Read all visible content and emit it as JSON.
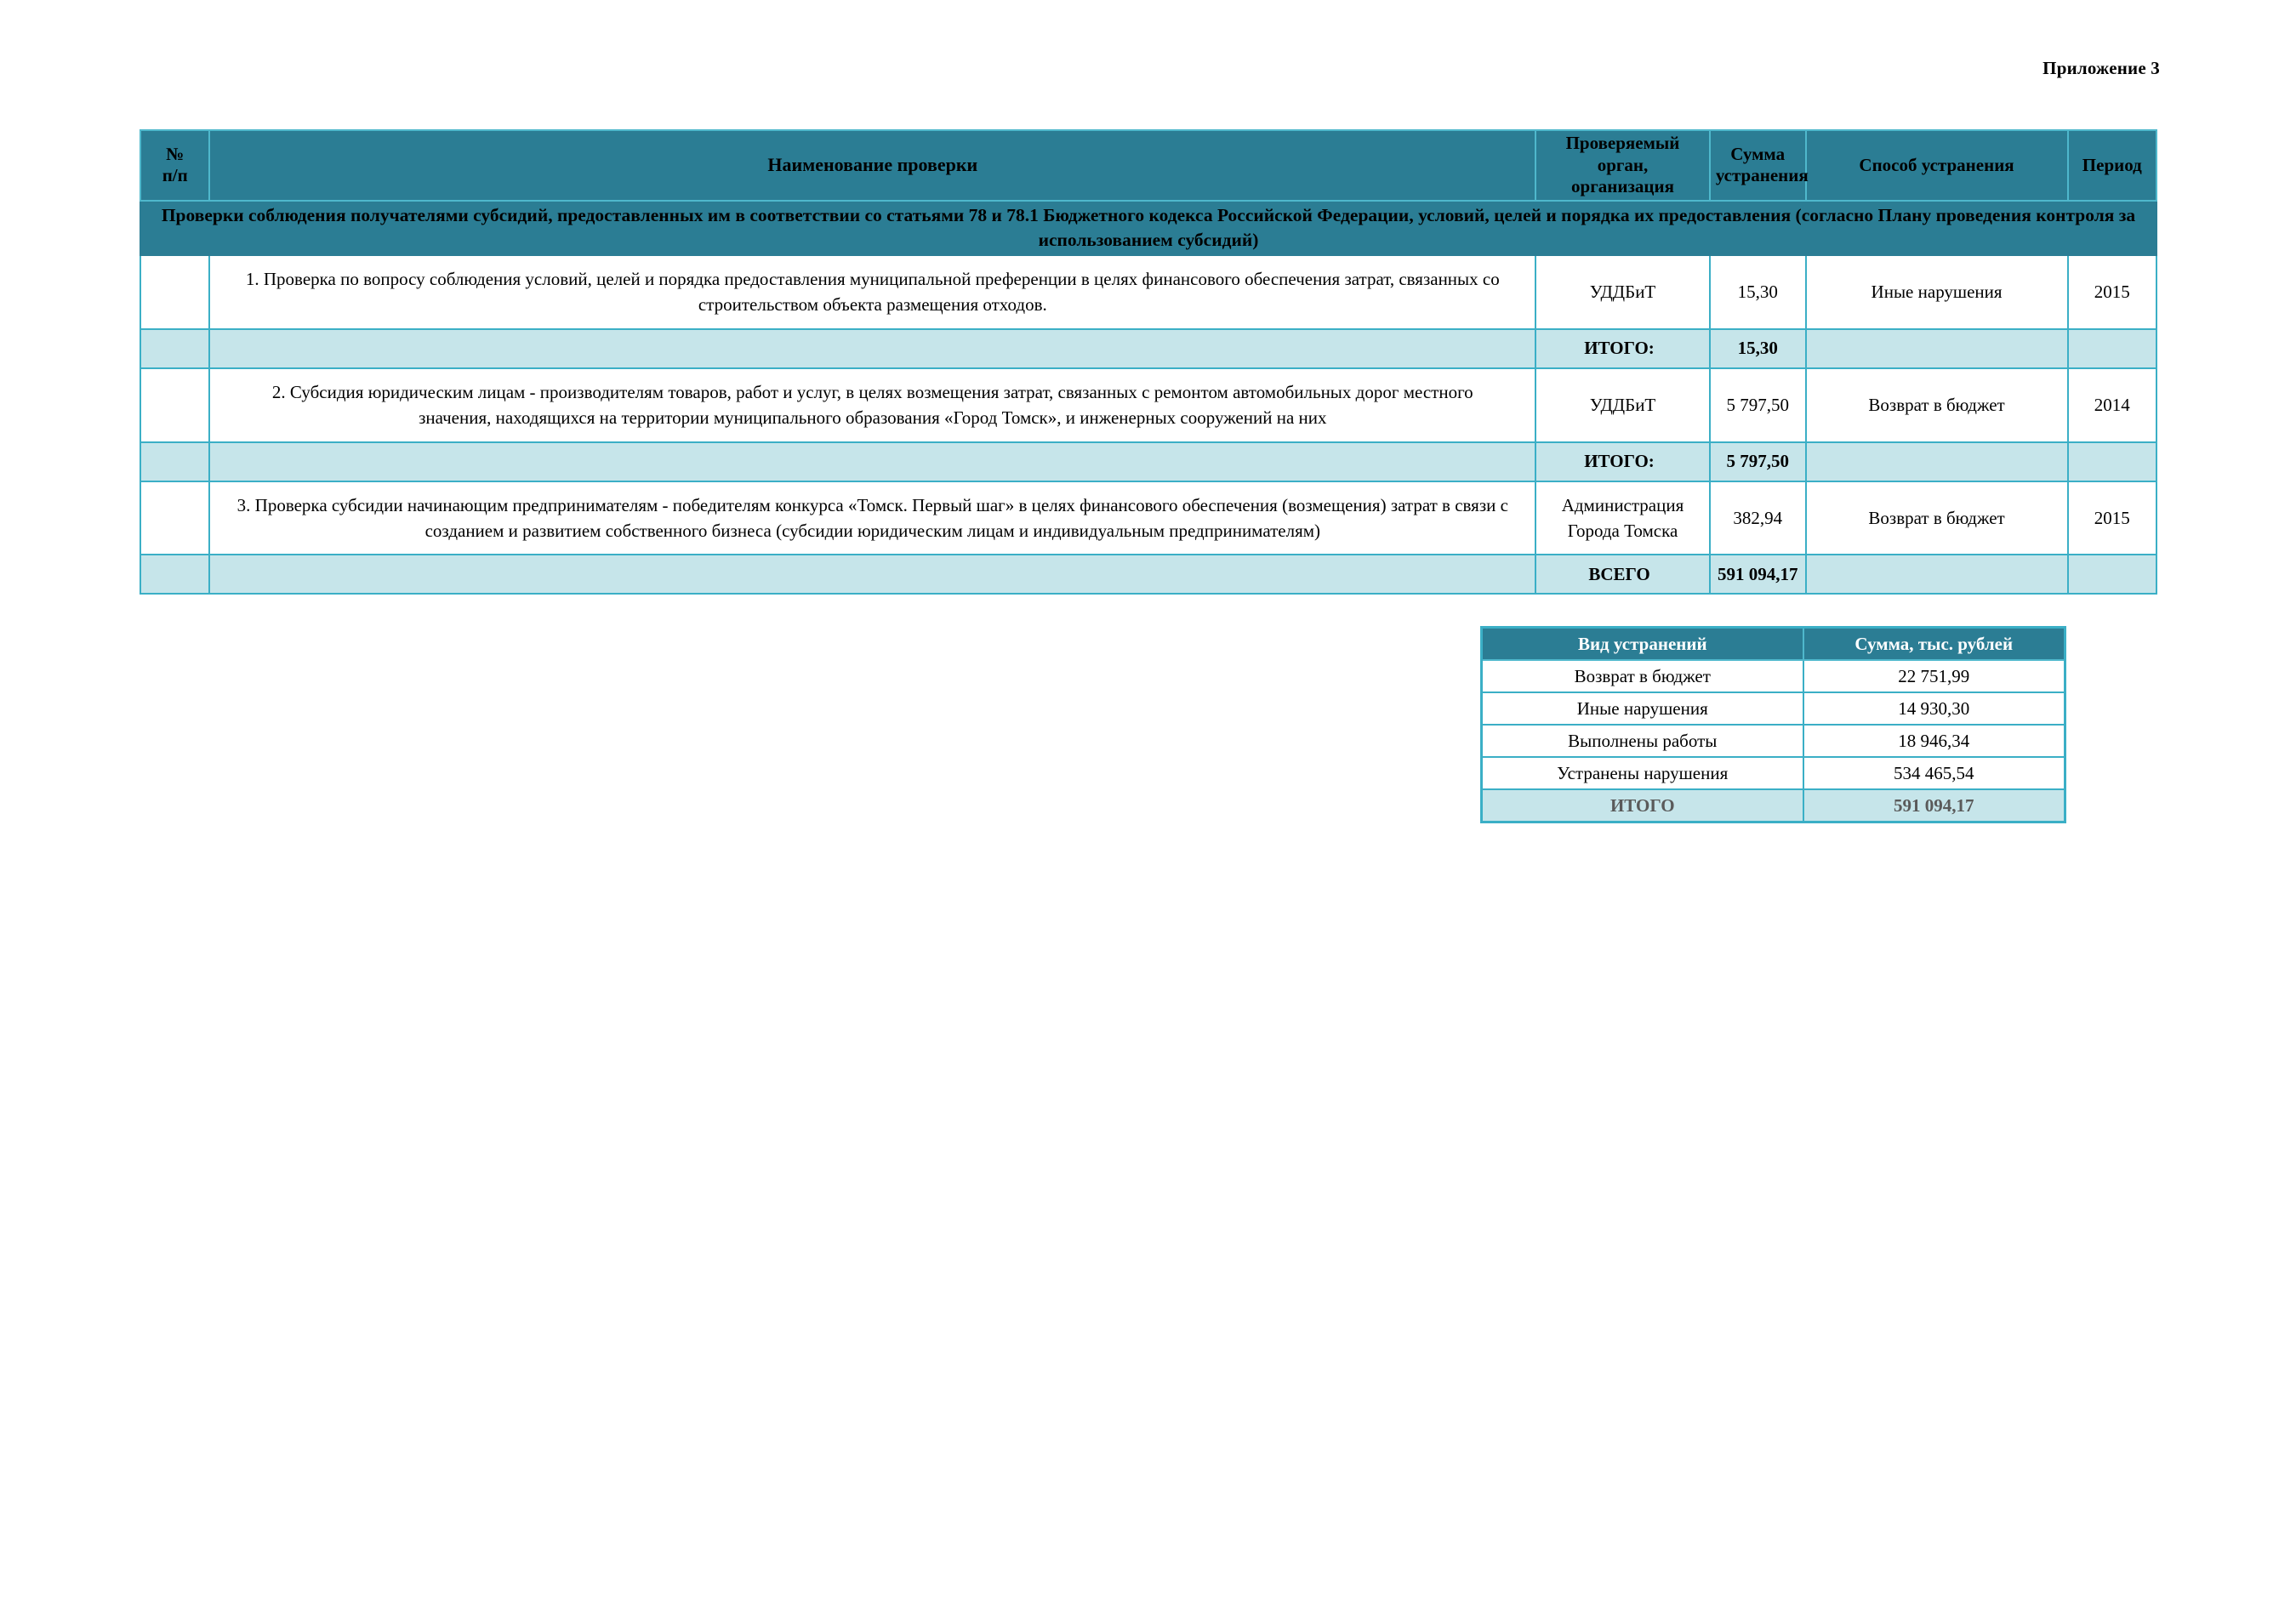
{
  "document": {
    "appendix_label": "Приложение 3"
  },
  "main_table": {
    "headers": {
      "number": "№ п/п",
      "number_line1": "№",
      "number_line2": "п/п",
      "name": "Наименование проверки",
      "organization": "Проверяемый орган, организация",
      "organization_line1": "Проверяемый",
      "organization_line2": "орган,",
      "organization_line3": "организация",
      "amount": "Сумма устранения",
      "amount_line1": "Сумма",
      "amount_line2": "устранения",
      "method": "Способ устранения",
      "period": "Период"
    },
    "section_title": "Проверки соблюдения получателями субсидий, предоставленных  им в соответствии со статьями 78 и 78.1 Бюджетного кодекса Российской Федерации, условий, целей и порядка  их предоставления  (согласно Плану проведения контроля за использованием субсидий)",
    "rows": [
      {
        "np": "",
        "name": "1. Проверка по вопросу соблюдения условий, целей и порядка предоставления муниципальной преференции в целях финансового обеспечения затрат, связанных со строительством объекта размещения отходов.",
        "organization": "УДДБиТ",
        "amount": "15,30",
        "method": "Иные нарушения",
        "period": "2015",
        "total_label": "ИТОГО:",
        "total_amount": "15,30"
      },
      {
        "np": "",
        "name": "2. Субсидия юридическим лицам - производителям товаров, работ и услуг, в целях возмещения затрат, связанных с ремонтом автомобильных дорог местного значения, находящихся на территории муниципального образования «Город Томск», и инженерных сооружений на них",
        "organization": "УДДБиТ",
        "amount": "5 797,50",
        "method": "Возврат в бюджет",
        "period": "2014",
        "total_label": "ИТОГО:",
        "total_amount": "5 797,50"
      },
      {
        "np": "",
        "name": "3. Проверка субсидии начинающим предпринимателям - победителям конкурса «Томск. Первый шаг» в целях финансового обеспечения (возмещения) затрат в связи с созданием и развитием собственного бизнеса (субсидии юридическим лицам и индивидуальным предпринимателям)",
        "organization": "Администрация Города Томска",
        "organization_line1": "Администрация",
        "organization_line2": "Города Томска",
        "amount": "382,94",
        "method": "Возврат в бюджет",
        "period": "2015",
        "total_label": "ВСЕГО",
        "total_amount": "591 094,17"
      }
    ]
  },
  "summary_table": {
    "headers": {
      "kind": "Вид устранений",
      "amount": "Сумма, тыс. рублей"
    },
    "rows": [
      {
        "kind": "Возврат в бюджет",
        "amount": "22 751,99"
      },
      {
        "kind": "Иные нарушения",
        "amount": "14 930,30"
      },
      {
        "kind": "Выполнены работы",
        "amount": "18 946,34"
      },
      {
        "kind": "Устранены нарушения",
        "amount": "534 465,54"
      }
    ],
    "total": {
      "kind": "ИТОГО",
      "amount": "591 094,17"
    }
  },
  "colors": {
    "header_teal": "#2B7D94",
    "border_cyan": "#3BAFC6",
    "total_row_bg": "#C6E5EA",
    "text_black": "#000000",
    "text_white": "#FFFFFF"
  }
}
